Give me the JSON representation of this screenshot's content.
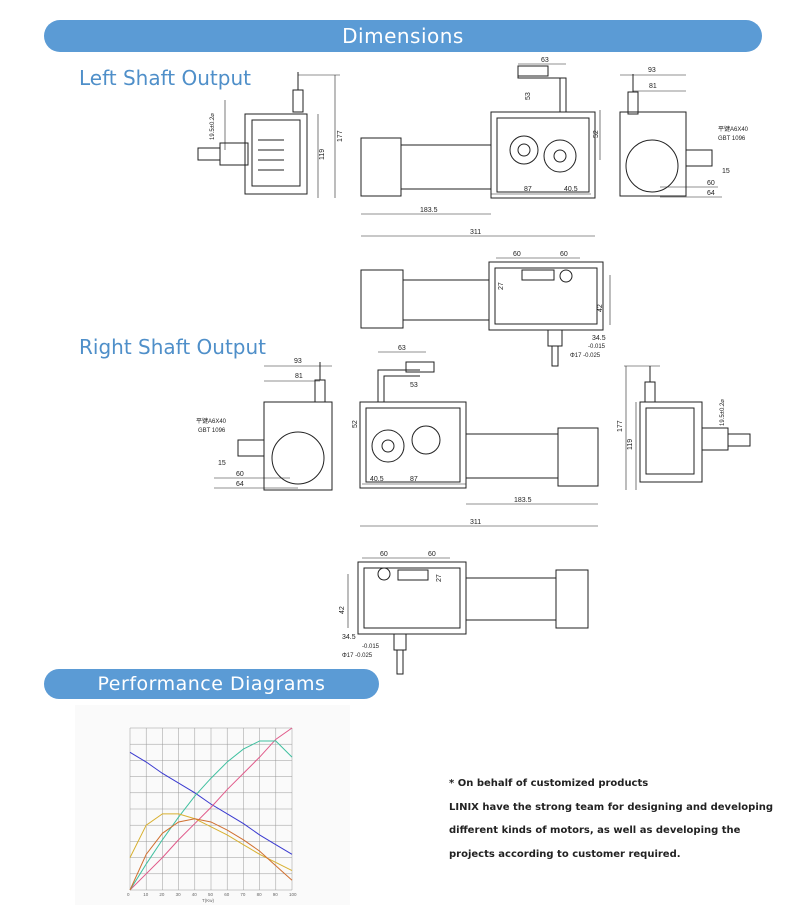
{
  "sections": {
    "dimensions": "Dimensions",
    "left_shaft": "Left Shaft Output",
    "right_shaft": "Right Shaft Output",
    "performance": "Performance Diagrams"
  },
  "dims": {
    "d63": "63",
    "d53": "53",
    "d52": "52",
    "d87": "87",
    "d40_5": "40.5",
    "d183_5": "183.5",
    "d311": "311",
    "d93": "93",
    "d81": "81",
    "key": "平键A6X40",
    "gbt": "GBT 1096",
    "d60": "60",
    "d64": "64",
    "d15": "15",
    "d177": "177",
    "d119": "119",
    "d19_5": "19.5±0.2⌀",
    "d42": "42",
    "d34_5": "34.5",
    "tol1": "-0.015",
    "tol2": "Φ17 -0.025",
    "d27": "27"
  },
  "note": {
    "line1": "* On behalf of customized products",
    "line2": "LINIX have the strong team for designing and developing",
    "line3": "different kinds of motors, as well as developing the",
    "line4": "projects according to customer required."
  },
  "chart_data": {
    "type": "line",
    "xlabel": "T(Kw)",
    "x_ticks": [
      "0",
      "10",
      "20",
      "30",
      "40",
      "50",
      "60",
      "70",
      "80",
      "90",
      "100"
    ],
    "series": [
      {
        "color": "#3a3ad0",
        "values": [
          [
            0,
            85
          ],
          [
            10,
            79
          ],
          [
            20,
            72
          ],
          [
            30,
            66
          ],
          [
            40,
            60
          ],
          [
            50,
            53
          ],
          [
            60,
            47
          ],
          [
            70,
            41
          ],
          [
            80,
            34
          ],
          [
            90,
            28
          ],
          [
            100,
            22
          ]
        ]
      },
      {
        "color": "#e05a8a",
        "values": [
          [
            0,
            0
          ],
          [
            10,
            10
          ],
          [
            20,
            20
          ],
          [
            30,
            31
          ],
          [
            40,
            41
          ],
          [
            50,
            51
          ],
          [
            60,
            62
          ],
          [
            70,
            72
          ],
          [
            80,
            82
          ],
          [
            90,
            93
          ],
          [
            100,
            100
          ]
        ]
      },
      {
        "color": "#40c0a0",
        "values": [
          [
            0,
            0
          ],
          [
            10,
            16
          ],
          [
            20,
            31
          ],
          [
            30,
            45
          ],
          [
            40,
            58
          ],
          [
            50,
            69
          ],
          [
            60,
            79
          ],
          [
            70,
            87
          ],
          [
            80,
            92
          ],
          [
            90,
            92
          ],
          [
            100,
            82
          ]
        ]
      },
      {
        "color": "#d8b030",
        "values": [
          [
            0,
            20
          ],
          [
            10,
            40
          ],
          [
            20,
            47
          ],
          [
            30,
            47
          ],
          [
            40,
            44
          ],
          [
            50,
            39
          ],
          [
            60,
            34
          ],
          [
            70,
            28
          ],
          [
            80,
            22
          ],
          [
            90,
            17
          ],
          [
            100,
            12
          ]
        ]
      },
      {
        "color": "#d07030",
        "values": [
          [
            0,
            0
          ],
          [
            10,
            22
          ],
          [
            20,
            35
          ],
          [
            30,
            42
          ],
          [
            40,
            44
          ],
          [
            50,
            42
          ],
          [
            60,
            37
          ],
          [
            70,
            31
          ],
          [
            80,
            24
          ],
          [
            90,
            15
          ],
          [
            100,
            6
          ]
        ]
      }
    ]
  }
}
